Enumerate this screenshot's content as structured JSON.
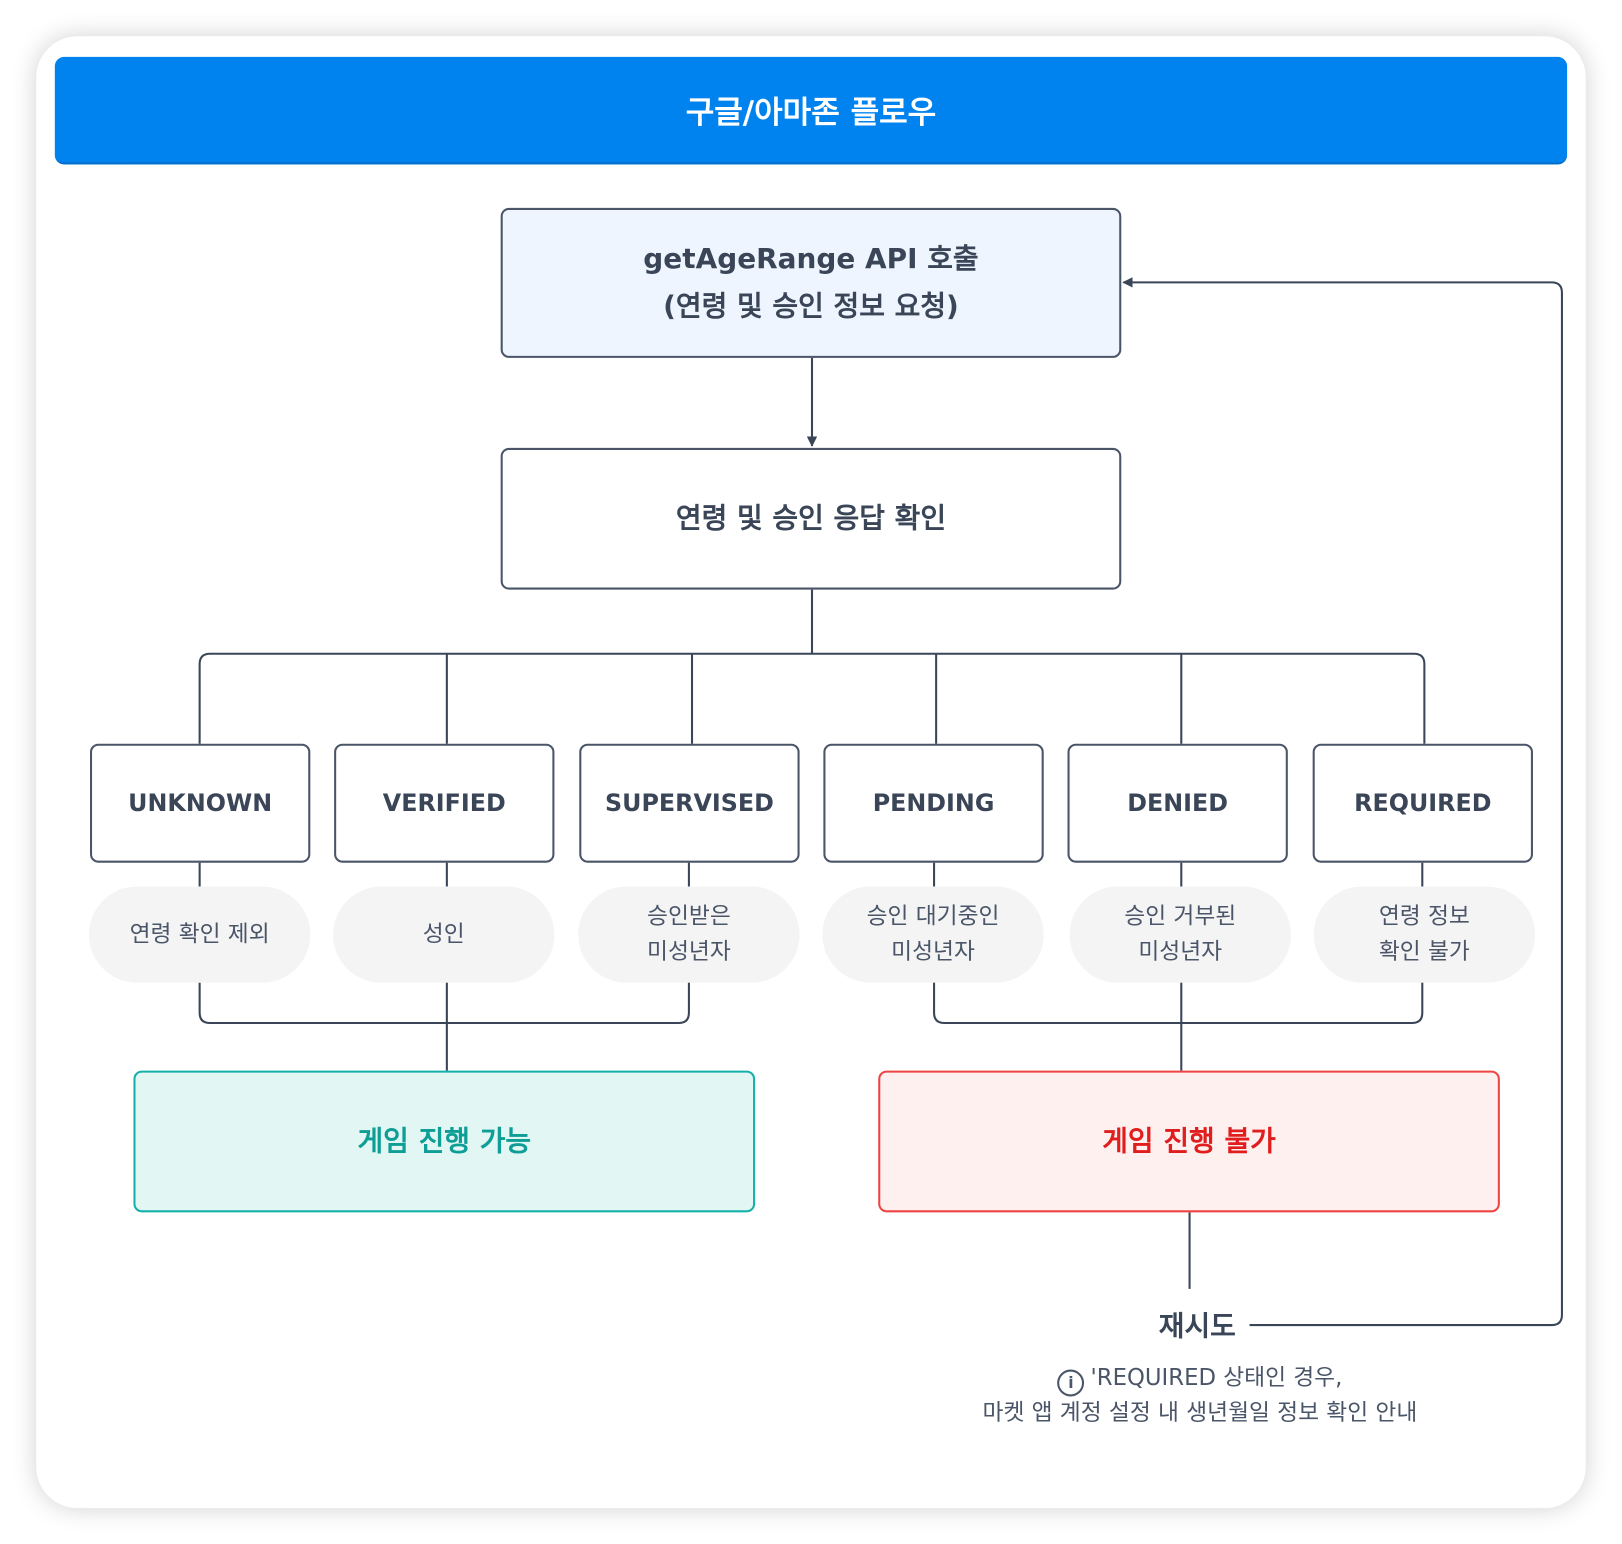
{
  "header": {
    "title": "구글/아마존 플로우"
  },
  "api_box": {
    "line1": "getAgeRange API 호출",
    "line2": "(연령 및 승인 정보 요청)"
  },
  "check_box": {
    "label": "연령 및 승인 응답 확인"
  },
  "statuses": [
    {
      "code": "UNKNOWN",
      "desc1": "연령 확인 제외",
      "desc2": ""
    },
    {
      "code": "VERIFIED",
      "desc1": "성인",
      "desc2": ""
    },
    {
      "code": "SUPERVISED",
      "desc1": "승인받은",
      "desc2": "미성년자"
    },
    {
      "code": "PENDING",
      "desc1": "승인 대기중인",
      "desc2": "미성년자"
    },
    {
      "code": "DENIED",
      "desc1": "승인 거부된",
      "desc2": "미성년자"
    },
    {
      "code": "REQUIRED",
      "desc1": "연령 정보",
      "desc2": "확인 불가"
    }
  ],
  "outcomes": {
    "allowed": "게임 진행 가능",
    "blocked": "게임 진행 불가"
  },
  "retry": {
    "label": "재시도",
    "note_line1": "'REQUIRED 상태인 경우,",
    "note_line2": "마켓 앱 계정 설정 내 생년월일 정보 확인 안내",
    "icon": "info-icon"
  },
  "colors": {
    "header": "#0083EE",
    "allowed": "#0E9E95",
    "blocked": "#E01E1E"
  }
}
